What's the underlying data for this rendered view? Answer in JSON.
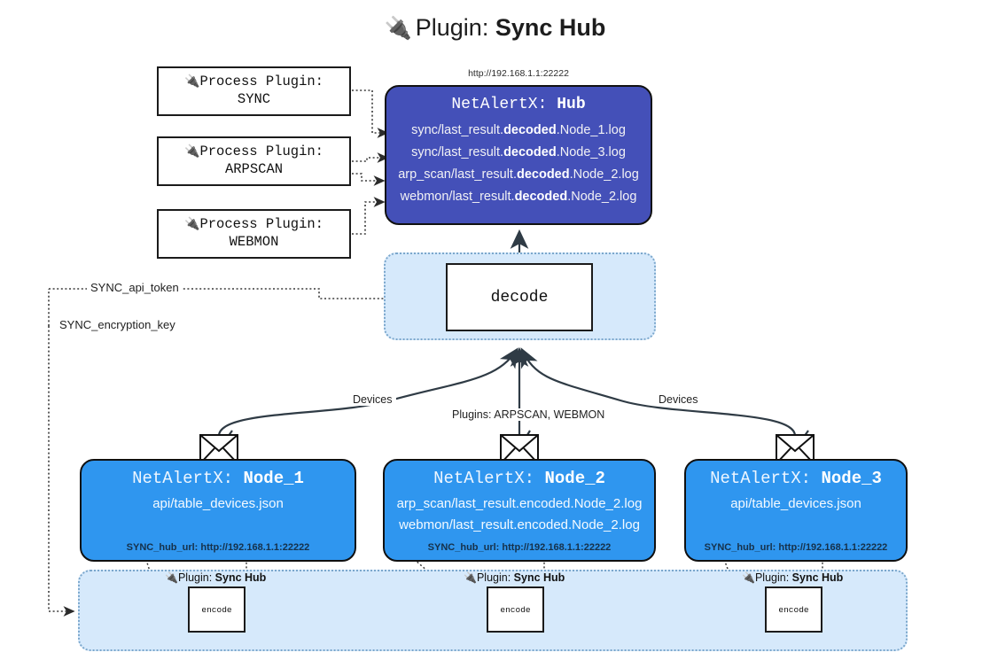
{
  "header": {
    "icon": "plug-icon",
    "prefix": "Plugin:",
    "name": "Sync Hub",
    "hub_url": "http://192.168.1.1:22222"
  },
  "process_plugins": [
    {
      "line1": "Process Plugin:",
      "line2": "SYNC"
    },
    {
      "line1": "Process Plugin:",
      "line2": "ARPSCAN"
    },
    {
      "line1": "Process Plugin:",
      "line2": "WEBMON"
    }
  ],
  "hub": {
    "prefix": "NetAlertX:",
    "name": "Hub",
    "logs": [
      {
        "pre": "sync/last_result.",
        "mid": "decoded",
        "post": ".Node_1.log"
      },
      {
        "pre": "sync/last_result.",
        "mid": "decoded",
        "post": ".Node_3.log"
      },
      {
        "pre": "arp_scan/last_result.",
        "mid": "decoded",
        "post": ".Node_2.log"
      },
      {
        "pre": "webmon/last_result.",
        "mid": "decoded",
        "post": ".Node_2.log"
      }
    ]
  },
  "decode": {
    "label": "decode"
  },
  "tokens": {
    "api_token": "SYNC_api_token",
    "encryption_key": "SYNC_encryption_key"
  },
  "edge_labels": {
    "left_devices": "Devices",
    "center_plugins": "Plugins: ARPSCAN, WEBMON",
    "right_devices": "Devices"
  },
  "nodes": [
    {
      "prefix": "NetAlertX:",
      "name": "Node_1",
      "lines": [
        "api/table_devices.json"
      ],
      "footer": "SYNC_hub_url: http://192.168.1.1:22222"
    },
    {
      "prefix": "NetAlertX:",
      "name": "Node_2",
      "lines": [
        "arp_scan/last_result.encoded.Node_2.log",
        "webmon/last_result.encoded.Node_2.log"
      ],
      "footer": "SYNC_hub_url: http://192.168.1.1:22222"
    },
    {
      "prefix": "NetAlertX:",
      "name": "Node_3",
      "lines": [
        "api/table_devices.json"
      ],
      "footer": "SYNC_hub_url: http://192.168.1.1:22222"
    }
  ],
  "band": {
    "plugin_prefix": "Plugin:",
    "plugin_name": "Sync Hub",
    "encode_label": "encode"
  },
  "colors": {
    "hub_fill": "#4450b8",
    "node_fill": "#2f96ef",
    "container_fill": "#d6e9fb",
    "container_border": "#7ba7cc",
    "stroke": "#2f3b45"
  }
}
